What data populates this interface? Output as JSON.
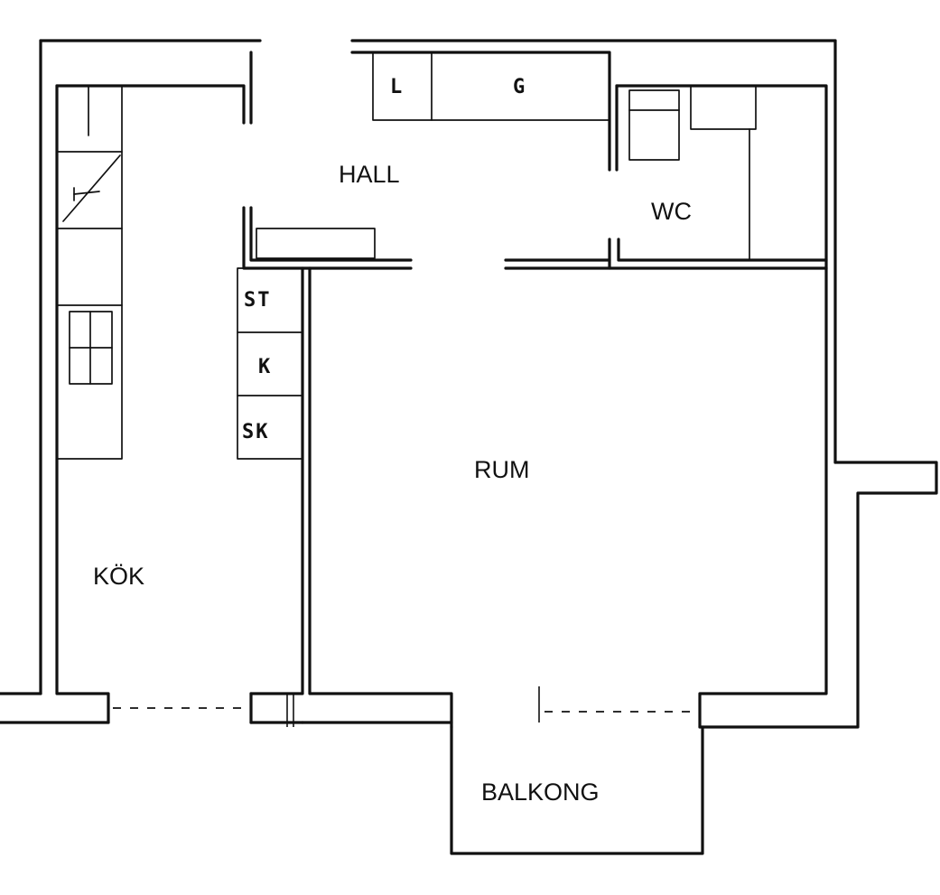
{
  "rooms": {
    "hall": "HALL",
    "wc": "WC",
    "rum": "RUM",
    "kok": "KÖK",
    "balkong": "BALKONG"
  },
  "fixtures": {
    "linen": "L",
    "wardrobe": "G",
    "cleaning": "ST",
    "fridge": "K",
    "broom": "SK"
  }
}
